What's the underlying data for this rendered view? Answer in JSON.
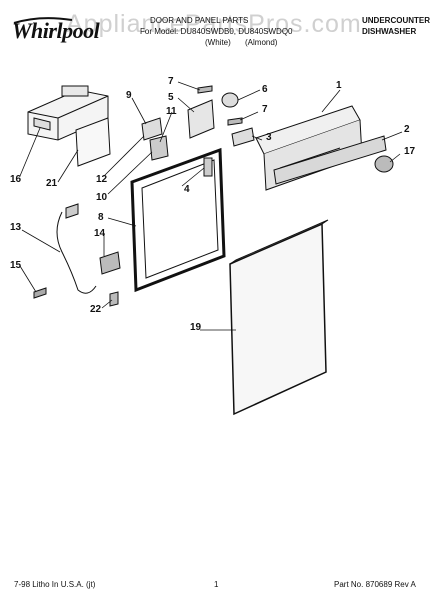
{
  "brand": {
    "logo_text": "Whirlpool"
  },
  "header": {
    "line1": "DOOR AND PANEL PARTS",
    "line2": "For Model: DU840SWDB0, DU840SWDQ0",
    "line3_white": "(White)",
    "line3_almond": "(Almond)",
    "product_line1": "UNDERCOUNTER",
    "product_line2": "DISHWASHER"
  },
  "watermark": "AppliancePartsPros.com",
  "callouts": [
    "1",
    "2",
    "3",
    "4",
    "5",
    "6",
    "7",
    "7",
    "8",
    "9",
    "10",
    "11",
    "12",
    "13",
    "14",
    "15",
    "16",
    "17",
    "19",
    "21",
    "22"
  ],
  "footer": {
    "left": "7-98 Litho In U.S.A. (jt)",
    "center": "1",
    "right": "Part No. 870689 Rev A"
  }
}
